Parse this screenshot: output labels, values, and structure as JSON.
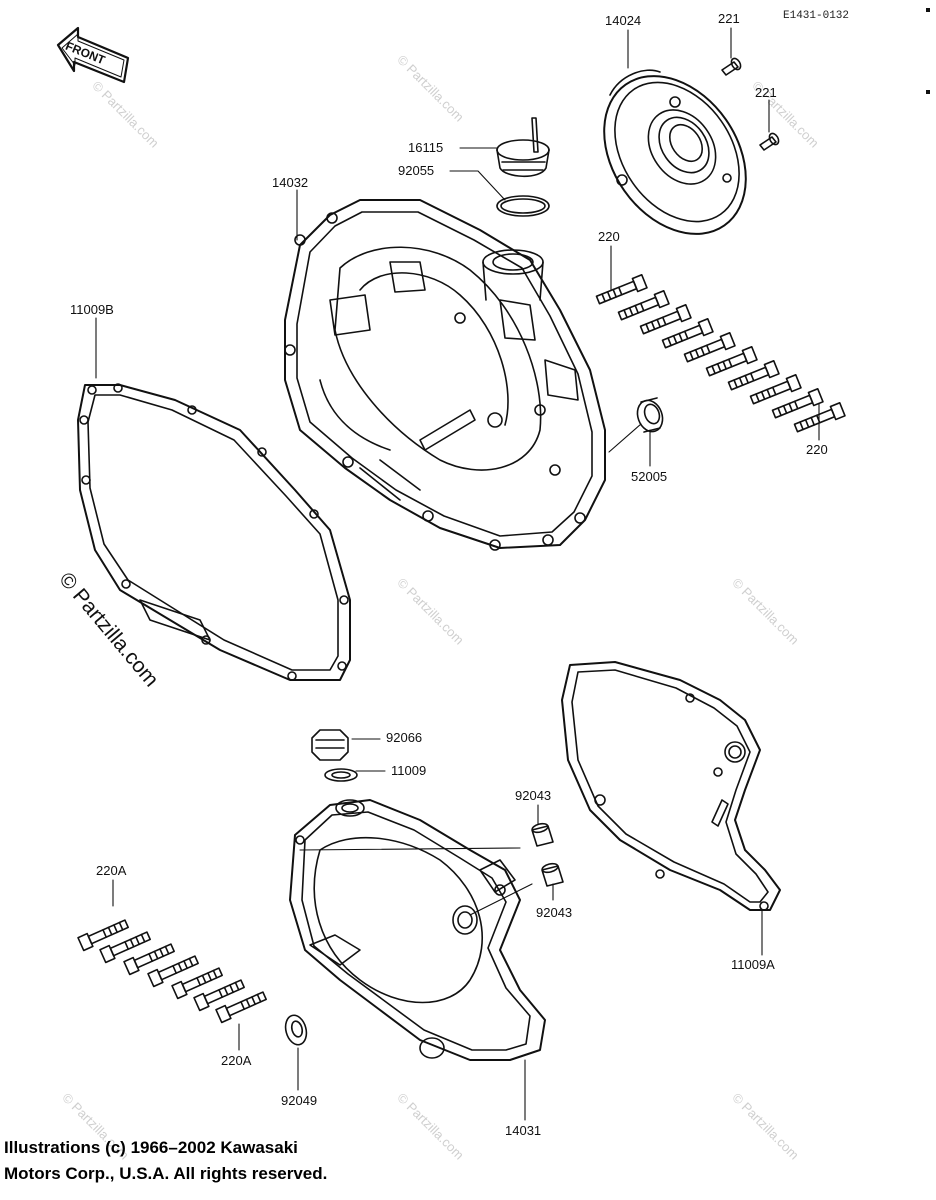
{
  "diagram": {
    "ref_code": "E1431-0132",
    "front_label": "FRONT",
    "parts": [
      {
        "id": "p14024",
        "number": "14024"
      },
      {
        "id": "p221a",
        "number": "221"
      },
      {
        "id": "p221b",
        "number": "221"
      },
      {
        "id": "p16115",
        "number": "16115"
      },
      {
        "id": "p92055",
        "number": "92055"
      },
      {
        "id": "p14032",
        "number": "14032"
      },
      {
        "id": "p220a",
        "number": "220"
      },
      {
        "id": "p220b",
        "number": "220"
      },
      {
        "id": "p11009B",
        "number": "11009B"
      },
      {
        "id": "p52005",
        "number": "52005"
      },
      {
        "id": "p92066",
        "number": "92066"
      },
      {
        "id": "p11009",
        "number": "11009"
      },
      {
        "id": "p92043a",
        "number": "92043"
      },
      {
        "id": "p92043b",
        "number": "92043"
      },
      {
        "id": "p220A1",
        "number": "220A"
      },
      {
        "id": "p220A2",
        "number": "220A"
      },
      {
        "id": "p11009A",
        "number": "11009A"
      },
      {
        "id": "p92049",
        "number": "92049"
      },
      {
        "id": "p14031",
        "number": "14031"
      }
    ]
  },
  "watermark": {
    "site": "© Partzilla.com",
    "main": "© Partzilla.com"
  },
  "copyright": {
    "line1": "Illustrations (c) 1966–2002 Kawasaki",
    "line2": "Motors Corp., U.S.A.  All rights reserved."
  },
  "colors": {
    "ink": "#111111",
    "watermark": "#cfcfcf",
    "paper": "#ffffff"
  }
}
